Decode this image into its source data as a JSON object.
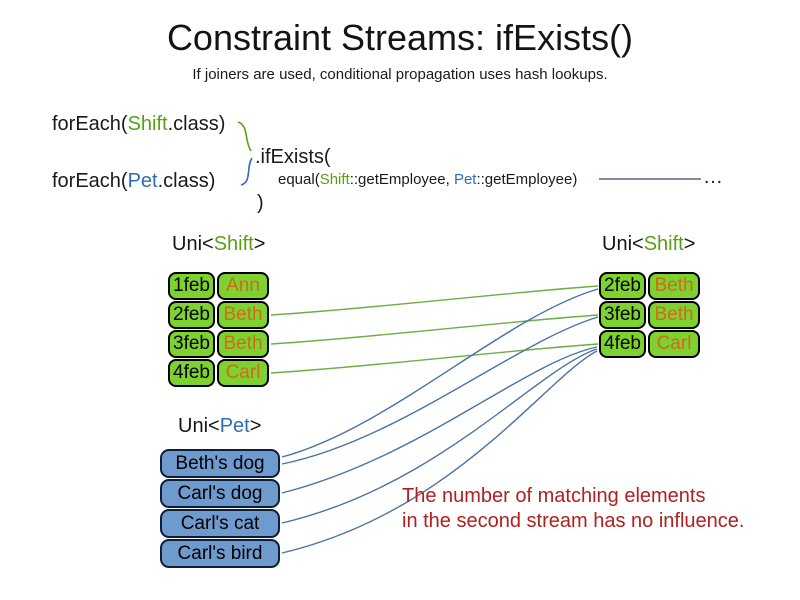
{
  "title": "Constraint Streams: ifExists()",
  "subtitle": "If joiners are used, conditional propagation uses hash lookups.",
  "code": {
    "foreach_shift": {
      "pre": "forEach(",
      "type": "Shift",
      "post": ".class)"
    },
    "foreach_pet": {
      "pre": "forEach(",
      "type": "Pet",
      "post": ".class)"
    },
    "ifexists": ".ifExists(",
    "equal": {
      "pre": "equal(",
      "arg1_type": "Shift",
      "mid": "::getEmployee, ",
      "arg2_type": "Pet",
      "post": "::getEmployee)"
    },
    "close_paren": ")",
    "ellipsis": "…"
  },
  "left_stream": {
    "label": {
      "pre": "Uni<",
      "type": "Shift",
      "post": ">"
    },
    "rows": [
      {
        "date": "1feb",
        "employee": "Ann"
      },
      {
        "date": "2feb",
        "employee": "Beth"
      },
      {
        "date": "3feb",
        "employee": "Beth"
      },
      {
        "date": "4feb",
        "employee": "Carl"
      }
    ]
  },
  "right_stream": {
    "label": {
      "pre": "Uni<",
      "type": "Shift",
      "post": ">"
    },
    "rows": [
      {
        "date": "2feb",
        "employee": "Beth"
      },
      {
        "date": "3feb",
        "employee": "Beth"
      },
      {
        "date": "4feb",
        "employee": "Carl"
      }
    ]
  },
  "pet_stream": {
    "label": {
      "pre": "Uni<",
      "type": "Pet",
      "post": ">"
    },
    "items": [
      "Beth's dog",
      "Carl's dog",
      "Carl's cat",
      "Carl's bird"
    ]
  },
  "note": {
    "line1": "The number of matching elements",
    "line2": "in the second stream has no influence."
  },
  "edges": {
    "shift_to_shift": [
      {
        "from": "2feb Beth",
        "to": "2feb Beth"
      },
      {
        "from": "3feb Beth",
        "to": "3feb Beth"
      },
      {
        "from": "4feb Carl",
        "to": "4feb Carl"
      }
    ],
    "pet_to_shift": [
      {
        "from": "Beth's dog",
        "to": "2feb Beth"
      },
      {
        "from": "Beth's dog",
        "to": "3feb Beth"
      },
      {
        "from": "Carl's dog",
        "to": "4feb Carl"
      },
      {
        "from": "Carl's cat",
        "to": "4feb Carl"
      },
      {
        "from": "Carl's bird",
        "to": "4feb Carl"
      }
    ]
  },
  "colors": {
    "shift_text_green": "#5aa017",
    "pet_text_blue": "#2e6db5",
    "employee_orange": "#d2691e",
    "shift_box_fill": "#7dd22f",
    "pet_box_fill": "#6f9acd",
    "green_edge": "#6fae44",
    "blue_edge": "#4873a6",
    "reference_line_purple": "#6d5a7e",
    "note_red": "#b02020"
  }
}
